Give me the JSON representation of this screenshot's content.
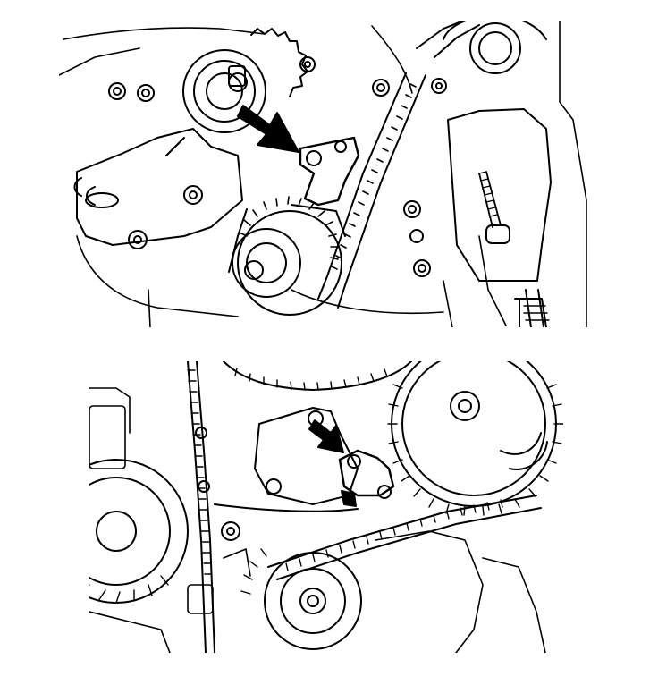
{
  "figure": {
    "panels": [
      {
        "id": "top",
        "subject": "timing-belt-upper",
        "marker": "arrow-pointing-at-belt-holder"
      },
      {
        "id": "bottom",
        "subject": "timing-belt-lower",
        "marker": "arrow-pointing-at-belt-holder"
      }
    ],
    "colors": {
      "line": "#000000",
      "paper": "#ffffff"
    }
  }
}
